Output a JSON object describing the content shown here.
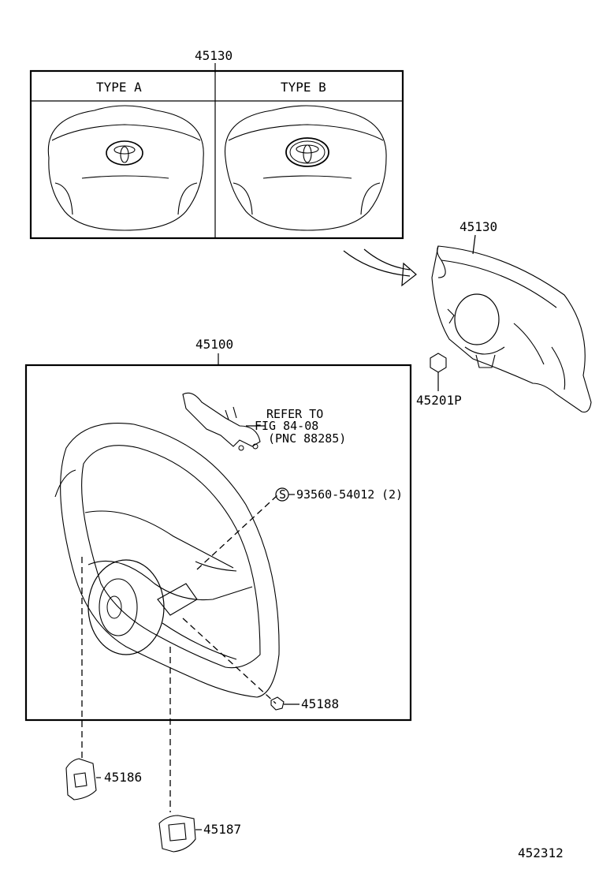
{
  "callouts": {
    "horn_pad_top": "45130",
    "horn_pad_side": "45130",
    "steering_wheel": "45100",
    "nut": "45201P",
    "screw_label": "93560-54012",
    "screw_qty": "(2)",
    "screw_symbol": "S",
    "bolt": "45188",
    "cover_left": "45186",
    "cover_lower": "45187",
    "illustration_number": "452312"
  },
  "types": {
    "a": "TYPE  A",
    "b": "TYPE  B"
  },
  "reference": {
    "line1": "REFER TO",
    "line2": "FIG 84-08",
    "line3": "(PNC 88285)"
  }
}
